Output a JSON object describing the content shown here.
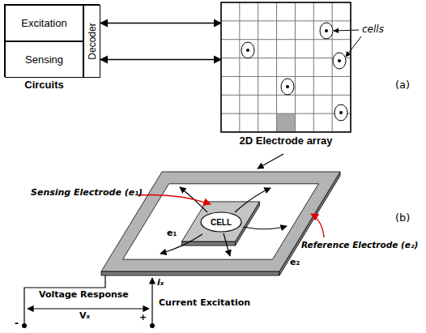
{
  "diagram": {
    "nodes": [
      {
        "text": [
          "Circuits"
        ]
      },
      {
        "text": [
          "Excitation"
        ],
        "in": 0
      },
      {
        "text": [
          "Sensing"
        ],
        "in": 0
      },
      {
        "text": [
          "Decoder"
        ],
        "in": 0
      },
      {
        "text": [
          "2D Electrode array"
        ]
      },
      {
        "text": [
          "CELL"
        ]
      }
    ],
    "edges": [
      {
        "from": 3,
        "to": 4,
        "arrow": "both"
      },
      {
        "from": 3,
        "to": 4,
        "arrow": "both"
      }
    ],
    "labels": [
      "cells",
      "(a)",
      "Sensing Electrode (e₁)",
      "e₁",
      "e₂",
      "Reference Electrode (e₂)",
      "(b)",
      "Voltage Response",
      "Vₓ",
      "-",
      "+",
      "iₓ",
      "Current Excitation"
    ]
  }
}
